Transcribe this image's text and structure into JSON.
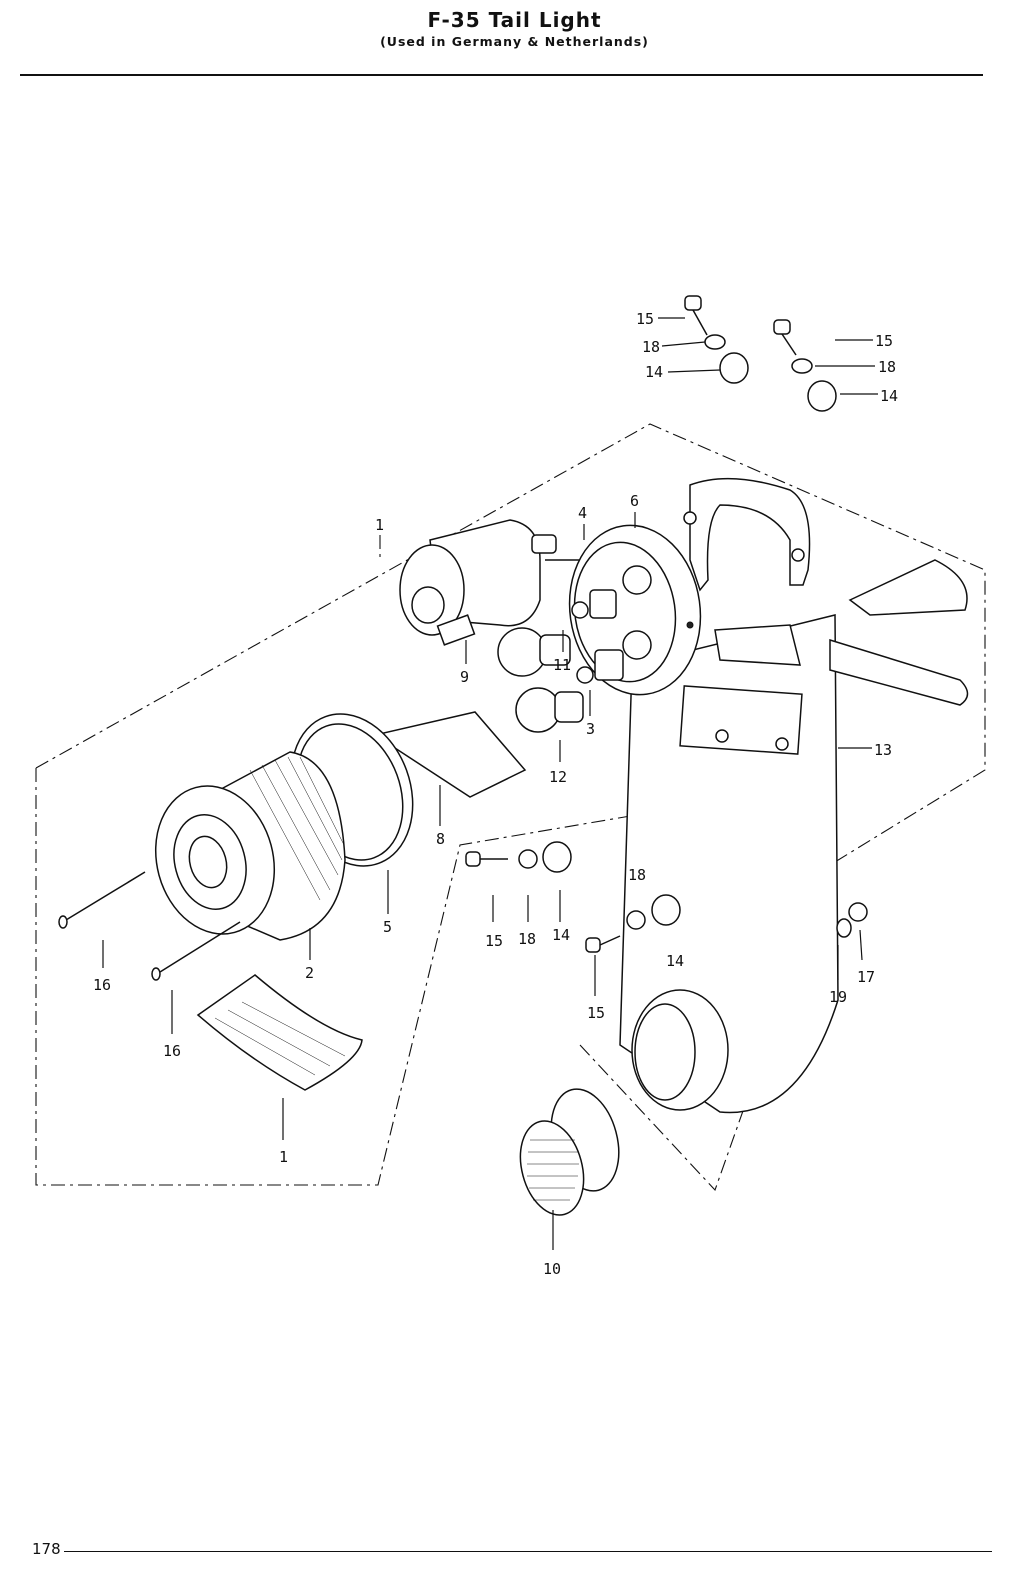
{
  "header": {
    "title": "F-35   Tail Light",
    "subtitle": "(Used in Germany & Netherlands)"
  },
  "diagram": {
    "callouts": [
      {
        "id": "c1a",
        "text": "1"
      },
      {
        "id": "c1b",
        "text": "1"
      },
      {
        "id": "c2",
        "text": "2"
      },
      {
        "id": "c3",
        "text": "3"
      },
      {
        "id": "c4",
        "text": "4"
      },
      {
        "id": "c5",
        "text": "5"
      },
      {
        "id": "c6",
        "text": "6"
      },
      {
        "id": "c8",
        "text": "8"
      },
      {
        "id": "c9",
        "text": "9"
      },
      {
        "id": "c10",
        "text": "10"
      },
      {
        "id": "c11",
        "text": "11"
      },
      {
        "id": "c12",
        "text": "12"
      },
      {
        "id": "c13",
        "text": "13"
      },
      {
        "id": "c14a",
        "text": "14"
      },
      {
        "id": "c14b",
        "text": "14"
      },
      {
        "id": "c14c",
        "text": "14"
      },
      {
        "id": "c14d",
        "text": "14"
      },
      {
        "id": "c15a",
        "text": "15"
      },
      {
        "id": "c15b",
        "text": "15"
      },
      {
        "id": "c15c",
        "text": "15"
      },
      {
        "id": "c15d",
        "text": "15"
      },
      {
        "id": "c16a",
        "text": "16"
      },
      {
        "id": "c16b",
        "text": "16"
      },
      {
        "id": "c17",
        "text": "17"
      },
      {
        "id": "c18a",
        "text": "18"
      },
      {
        "id": "c18b",
        "text": "18"
      },
      {
        "id": "c18c",
        "text": "18"
      },
      {
        "id": "c18d",
        "text": "18"
      },
      {
        "id": "c19",
        "text": "19"
      }
    ]
  },
  "footer": {
    "page_number": "178"
  }
}
